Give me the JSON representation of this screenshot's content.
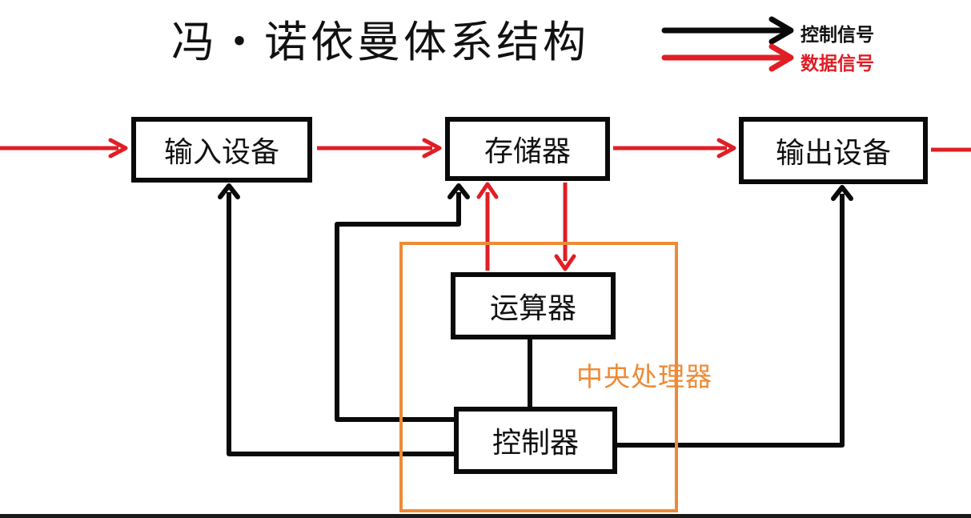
{
  "title": "冯・诺依曼体系结构",
  "legend": {
    "control_label": "控制信号",
    "data_label": "数据信号"
  },
  "colors": {
    "control": "#0a0a0a",
    "data": "#e01e25",
    "cpu_frame": "#ee8a35"
  },
  "nodes": {
    "input": "输入设备",
    "memory": "存储器",
    "output": "输出设备",
    "alu": "运算器",
    "control_unit": "控制器",
    "cpu": "中央处理器"
  },
  "edges": [
    {
      "from": "external",
      "to": "input",
      "type": "data"
    },
    {
      "from": "input",
      "to": "memory",
      "type": "data"
    },
    {
      "from": "memory",
      "to": "output",
      "type": "data"
    },
    {
      "from": "output",
      "to": "external",
      "type": "data"
    },
    {
      "from": "alu",
      "to": "memory",
      "type": "data"
    },
    {
      "from": "memory",
      "to": "alu",
      "type": "data"
    },
    {
      "from": "control_unit",
      "to": "input",
      "type": "control"
    },
    {
      "from": "control_unit",
      "to": "memory",
      "type": "control"
    },
    {
      "from": "control_unit",
      "to": "output",
      "type": "control"
    },
    {
      "from": "control_unit",
      "to": "alu",
      "type": "control"
    }
  ]
}
